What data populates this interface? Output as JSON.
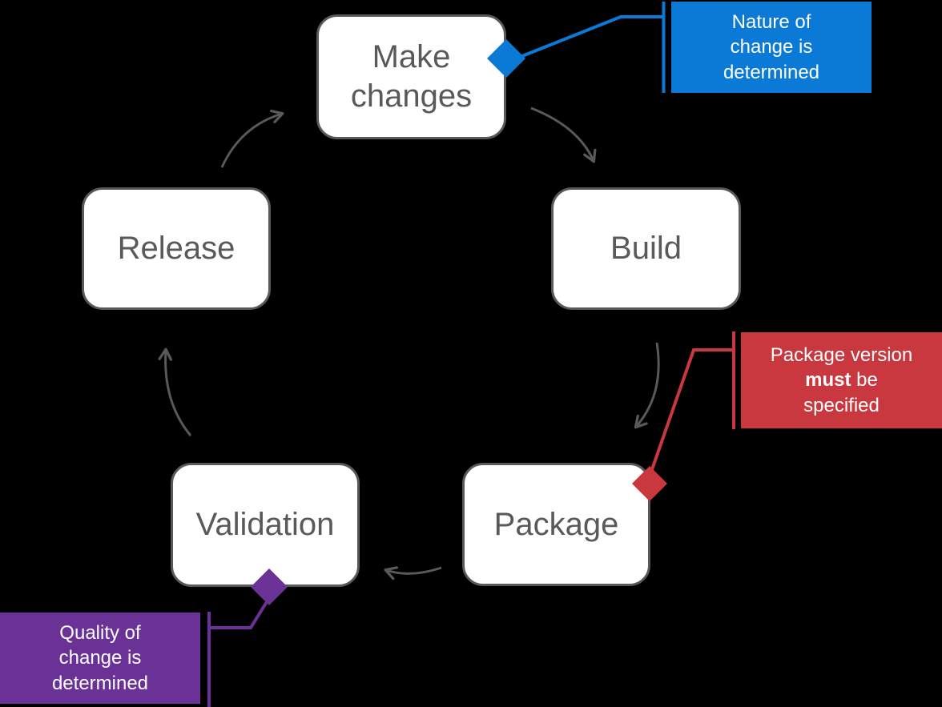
{
  "diagram": {
    "background_color": "#000000",
    "nodes": [
      {
        "id": "make-changes",
        "label": "Make changes"
      },
      {
        "id": "build",
        "label": "Build"
      },
      {
        "id": "package",
        "label": "Package"
      },
      {
        "id": "validation",
        "label": "Validation"
      },
      {
        "id": "release",
        "label": "Release"
      }
    ],
    "edges": [
      {
        "from": "Make changes",
        "to": "Build"
      },
      {
        "from": "Build",
        "to": "Package"
      },
      {
        "from": "Package",
        "to": "Validation"
      },
      {
        "from": "Validation",
        "to": "Release"
      },
      {
        "from": "Release",
        "to": "Make changes"
      }
    ],
    "callouts": {
      "blue": {
        "attached_to": "Make changes",
        "color": "#0b7ad6",
        "line1": "Nature of",
        "line2": "change is",
        "line3": "determined"
      },
      "red": {
        "attached_to": "Package",
        "color": "#c8383e",
        "line1": "Package version",
        "line2_bold": "must",
        "line2_rest": " be",
        "line3": "specified"
      },
      "purple": {
        "attached_to": "Validation",
        "color": "#6a3296",
        "line1": "Quality of",
        "line2": "change is",
        "line3": "determined"
      }
    },
    "colors": {
      "node_fill": "#ffffff",
      "node_border": "#595959",
      "node_text": "#595959",
      "arrow": "#595959"
    }
  }
}
